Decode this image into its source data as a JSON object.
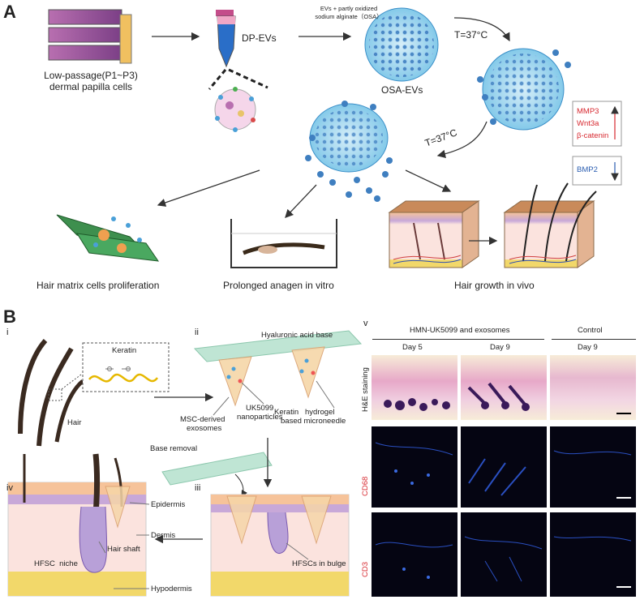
{
  "panels": {
    "a": "A",
    "b": "B"
  },
  "panel_a": {
    "cells_label": "Low-passage(P1~P3)",
    "cells_label2": "dermal papilla cells",
    "dp_evs": "DP-EVs",
    "mix_note1": "EVs + partly oxidized",
    "mix_note2": "sodium alginate（OSA）",
    "osa_evs": "OSA-EVs",
    "temp1": "T=37°C",
    "temp2": "T=37°C",
    "up_genes": [
      "MMP3",
      "Wnt3a",
      "β-catenin"
    ],
    "down_genes": [
      "BMP2"
    ],
    "out1": "Hair matrix cells proliferation",
    "out2": "Prolonged anagen in vitro",
    "out3": "Hair growth in vivo"
  },
  "panel_b": {
    "sub_i": "i",
    "sub_ii": "ii",
    "sub_iii": "iii",
    "sub_iv": "iv",
    "sub_v": "v",
    "keratin": "Keratin",
    "hair": "Hair",
    "ha_base": "Hyaluronic acid base",
    "msc_exo1": "MSC-derived",
    "msc_exo2": "exosomes",
    "uk_np1": "UK5099",
    "uk_np2": "nanoparticles",
    "kh_mn1": "Keratin   hydrogel",
    "kh_mn2": "based microneedle",
    "base_removal": "Base removal",
    "epidermis": "Epidermis",
    "dermis": "Dermis",
    "hair_shaft": "Hair shaft",
    "hfsc_niche": "HFSC  niche",
    "hypodermis": "Hypodermis",
    "hfsc_bulge": "HFSCs in bulge",
    "grp1": "HMN-UK5099 and exosomes",
    "grp2": "Control",
    "days": [
      "Day 5",
      "Day 9",
      "Day 9"
    ],
    "rows": [
      "H&E staining",
      "CD68",
      "CD3"
    ]
  },
  "colors": {
    "red": "#d7282f",
    "blue": "#2a5db0",
    "accent_cyan": "#7cc6e8"
  }
}
